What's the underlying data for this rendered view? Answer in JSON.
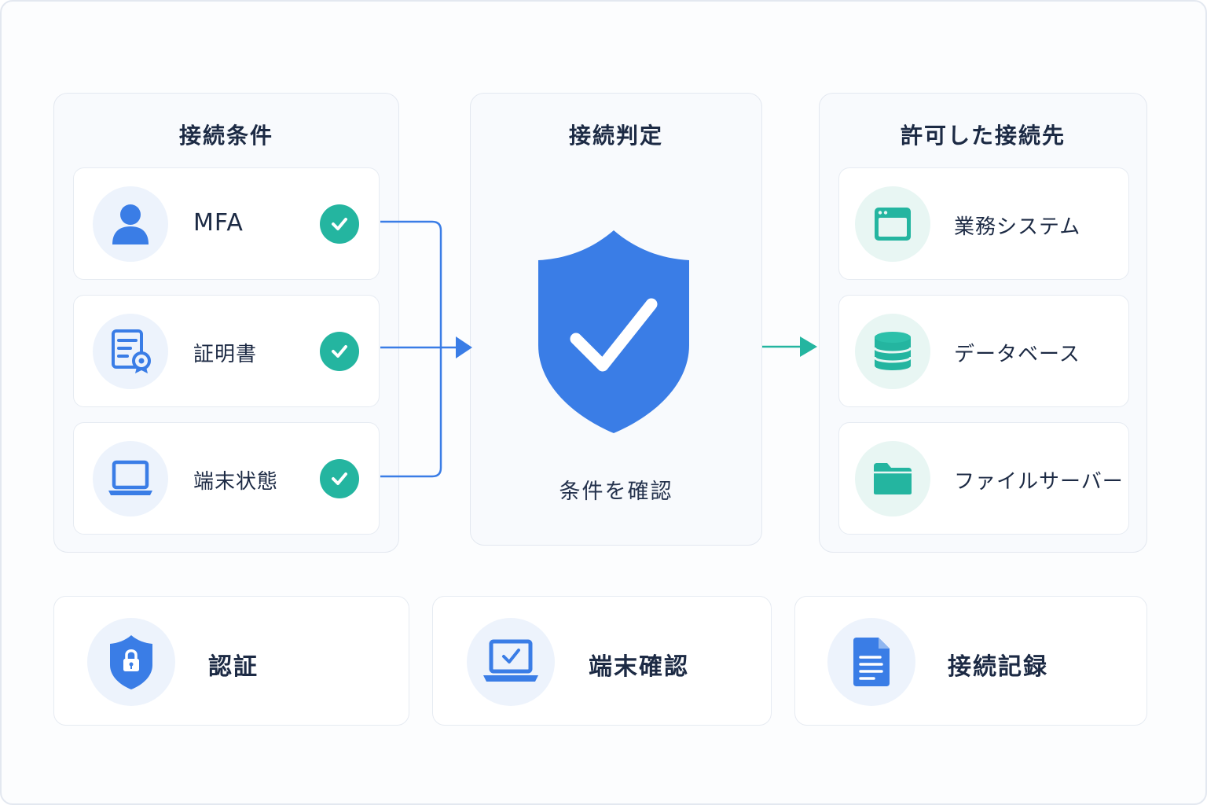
{
  "conditions": {
    "title": "接続条件",
    "items": [
      {
        "label": "MFA",
        "icon": "user-icon",
        "status": "check-icon"
      },
      {
        "label": "証明書",
        "icon": "certificate-icon",
        "status": "check-icon"
      },
      {
        "label": "端末状態",
        "icon": "laptop-icon",
        "status": "check-icon"
      }
    ]
  },
  "decision": {
    "title": "接続判定",
    "caption": "条件を確認",
    "icon": "shield-check-icon"
  },
  "destinations": {
    "title": "許可した接続先",
    "items": [
      {
        "label": "業務システム",
        "icon": "app-window-icon"
      },
      {
        "label": "データベース",
        "icon": "database-icon"
      },
      {
        "label": "ファイルサーバー",
        "icon": "folder-icon"
      }
    ]
  },
  "footer": [
    {
      "label": "認証",
      "icon": "shield-lock-icon"
    },
    {
      "label": "端末確認",
      "icon": "laptop-check-icon"
    },
    {
      "label": "接続記録",
      "icon": "document-icon"
    }
  ],
  "colors": {
    "primary_blue": "#3a7de6",
    "teal": "#24b5a0",
    "text": "#1c2a44",
    "border": "#e3e8f0"
  }
}
